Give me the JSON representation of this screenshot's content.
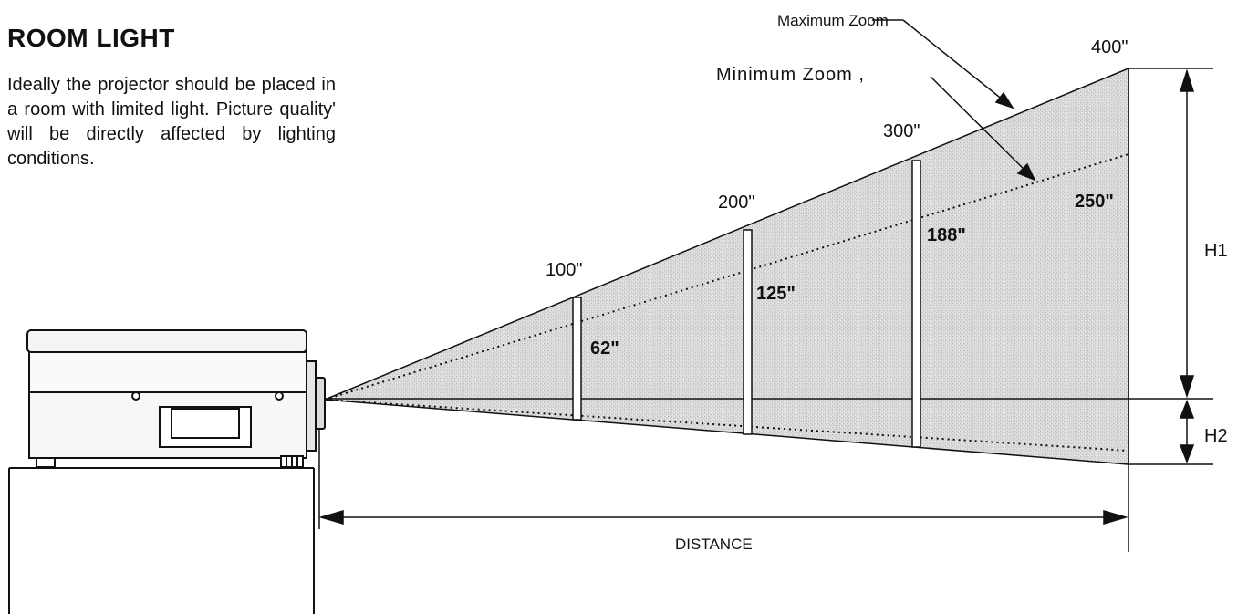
{
  "section": {
    "title": "ROOM LIGHT",
    "body": "Ideally the projector should be placed in a room with limited light. Picture quality' will be directly affected by lighting conditions."
  },
  "diagram": {
    "zoom_labels": {
      "maximum": "Maximum Zoom",
      "minimum": "Minimum Zoom ,"
    },
    "max_zoom_sizes": [
      "100\"",
      "200\"",
      "300\"",
      "400\""
    ],
    "min_zoom_sizes": [
      "62\"",
      "125\"",
      "188\"",
      "250\""
    ],
    "height_labels": {
      "h1": "H1",
      "h2": "H2"
    },
    "distance_label": "DISTANCE"
  }
}
